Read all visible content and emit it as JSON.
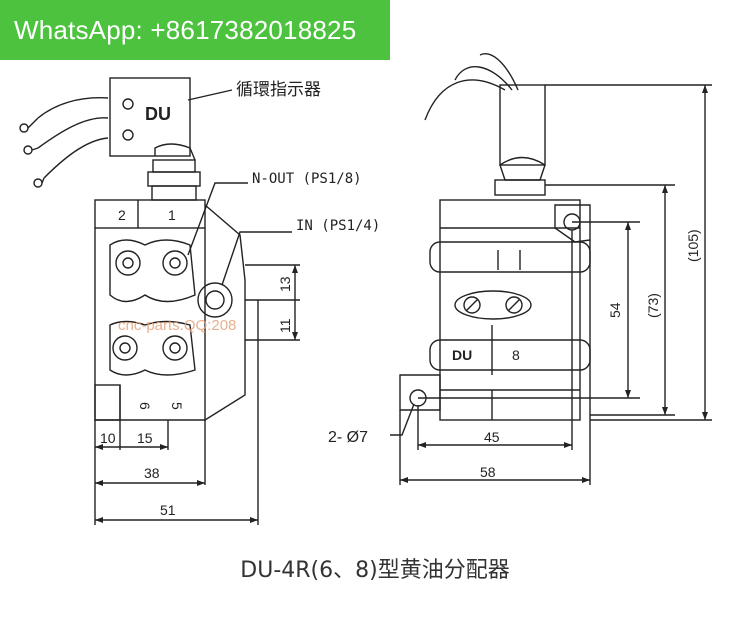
{
  "banner": {
    "text": "WhatsApp: +8617382018825"
  },
  "watermark": "cnc-parts.QQ:208",
  "left_view": {
    "block_label": "DU",
    "indicator_label": "循環指示器",
    "n_out_label": "N-OUT (PS1/8)",
    "in_label": "IN (PS1/4)",
    "port_top_left": "2",
    "port_top_right": "1",
    "port_bottom_left": "6",
    "port_bottom_right": "5",
    "dim_13": "13",
    "dim_11": "11",
    "dim_10": "10",
    "dim_15": "15",
    "dim_38": "38",
    "dim_51": "51"
  },
  "right_view": {
    "plate_du": "DU",
    "plate_num": "8",
    "hole_label": "2- Ø7",
    "dim_45": "45",
    "dim_58": "58",
    "dim_54": "54",
    "dim_73": "(73)",
    "dim_105": "(105)"
  },
  "caption": "DU-4R(6、8)型黄油分配器"
}
